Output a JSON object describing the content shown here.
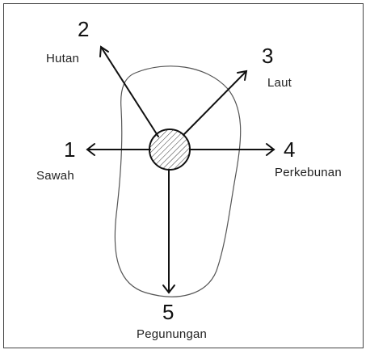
{
  "diagram": {
    "nodes": [
      {
        "number": "1",
        "label": "Sawah"
      },
      {
        "number": "2",
        "label": "Hutan"
      },
      {
        "number": "3",
        "label": "Laut"
      },
      {
        "number": "4",
        "label": "Perkebunan"
      },
      {
        "number": "5",
        "label": "Pegunungan"
      }
    ]
  }
}
